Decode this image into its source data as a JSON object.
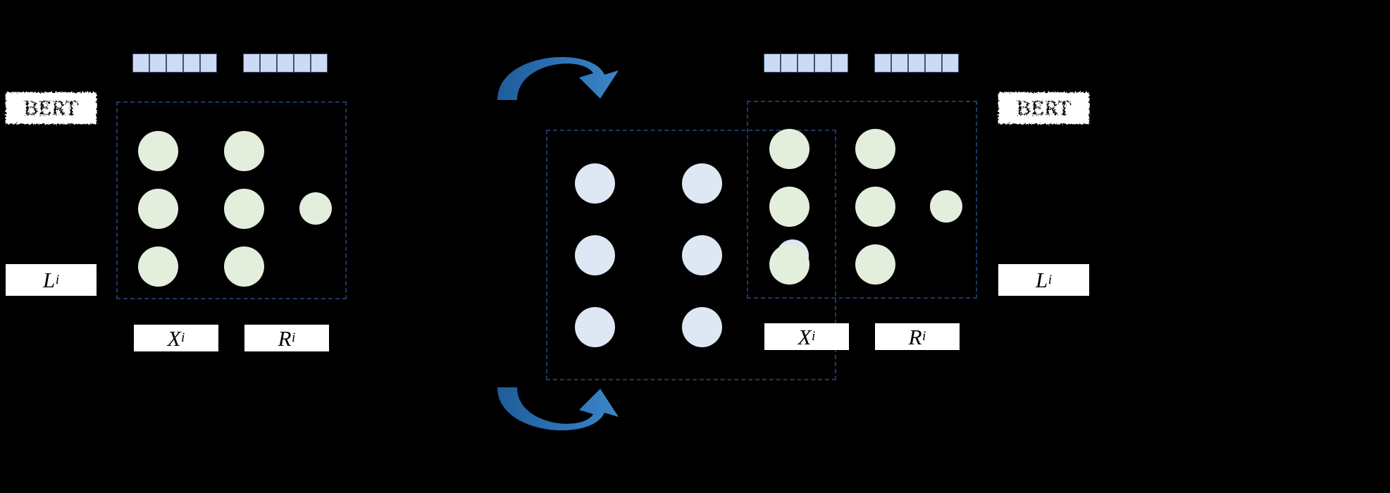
{
  "figure": {
    "title": "BERT representation swap between two sentence encoders",
    "background_color": "#000000"
  },
  "palette": {
    "node_green": "#e3eedc",
    "node_blue": "#dde8f4",
    "panel_border": "#1f3864",
    "token_cell_fill": "#ccdaf5",
    "token_cell_border": "#3c5575",
    "arrow_blue_light": "#3d85c6",
    "arrow_blue_dark": "#1f5c99",
    "chip_bg": "#ffffff",
    "chip_text": "#000000"
  },
  "left_block": {
    "bert_label": "BERT",
    "loss_label": "L",
    "loss_sub": "i",
    "input_label": "X",
    "input_sub": "i",
    "rep_label": "R",
    "rep_sub": "i",
    "token_bars": [
      {
        "name": "x-token-bar",
        "cells": 5
      },
      {
        "name": "r-token-bar",
        "cells": 5
      }
    ],
    "node_color": "#e3eedc",
    "node_rows": [
      {
        "nodes": [
          {
            "size": 57
          },
          {
            "size": 57
          }
        ]
      },
      {
        "nodes": [
          {
            "size": 57
          },
          {
            "size": 57
          },
          {
            "size": 46
          }
        ]
      },
      {
        "nodes": [
          {
            "size": 57
          },
          {
            "size": 57
          }
        ]
      }
    ]
  },
  "middle_block": {
    "node_color": "#dde8f4",
    "node_rows": [
      {
        "nodes": [
          {
            "size": 57
          },
          {
            "size": 57
          }
        ]
      },
      {
        "nodes": [
          {
            "size": 57
          },
          {
            "size": 57
          },
          {
            "size": 46
          }
        ]
      },
      {
        "nodes": [
          {
            "size": 57
          },
          {
            "size": 57
          }
        ]
      }
    ],
    "top_arrow": {
      "name": "swap-arrow-top",
      "direction": "left-to-right-over"
    },
    "bottom_arrow": {
      "name": "swap-arrow-bottom",
      "direction": "left-to-right-under"
    }
  },
  "right_block": {
    "bert_label": "BERT",
    "loss_label": "L",
    "loss_sub": "i",
    "input_label": "X",
    "input_sub": "i",
    "rep_label": "R",
    "rep_sub": "i",
    "token_bars": [
      {
        "name": "x-token-bar",
        "cells": 5
      },
      {
        "name": "r-token-bar",
        "cells": 5
      }
    ],
    "node_color": "#e3eedc",
    "node_rows": [
      {
        "nodes": [
          {
            "size": 57
          },
          {
            "size": 57
          }
        ]
      },
      {
        "nodes": [
          {
            "size": 57
          },
          {
            "size": 57
          },
          {
            "size": 46
          }
        ]
      },
      {
        "nodes": [
          {
            "size": 57
          },
          {
            "size": 57
          }
        ]
      }
    ]
  }
}
